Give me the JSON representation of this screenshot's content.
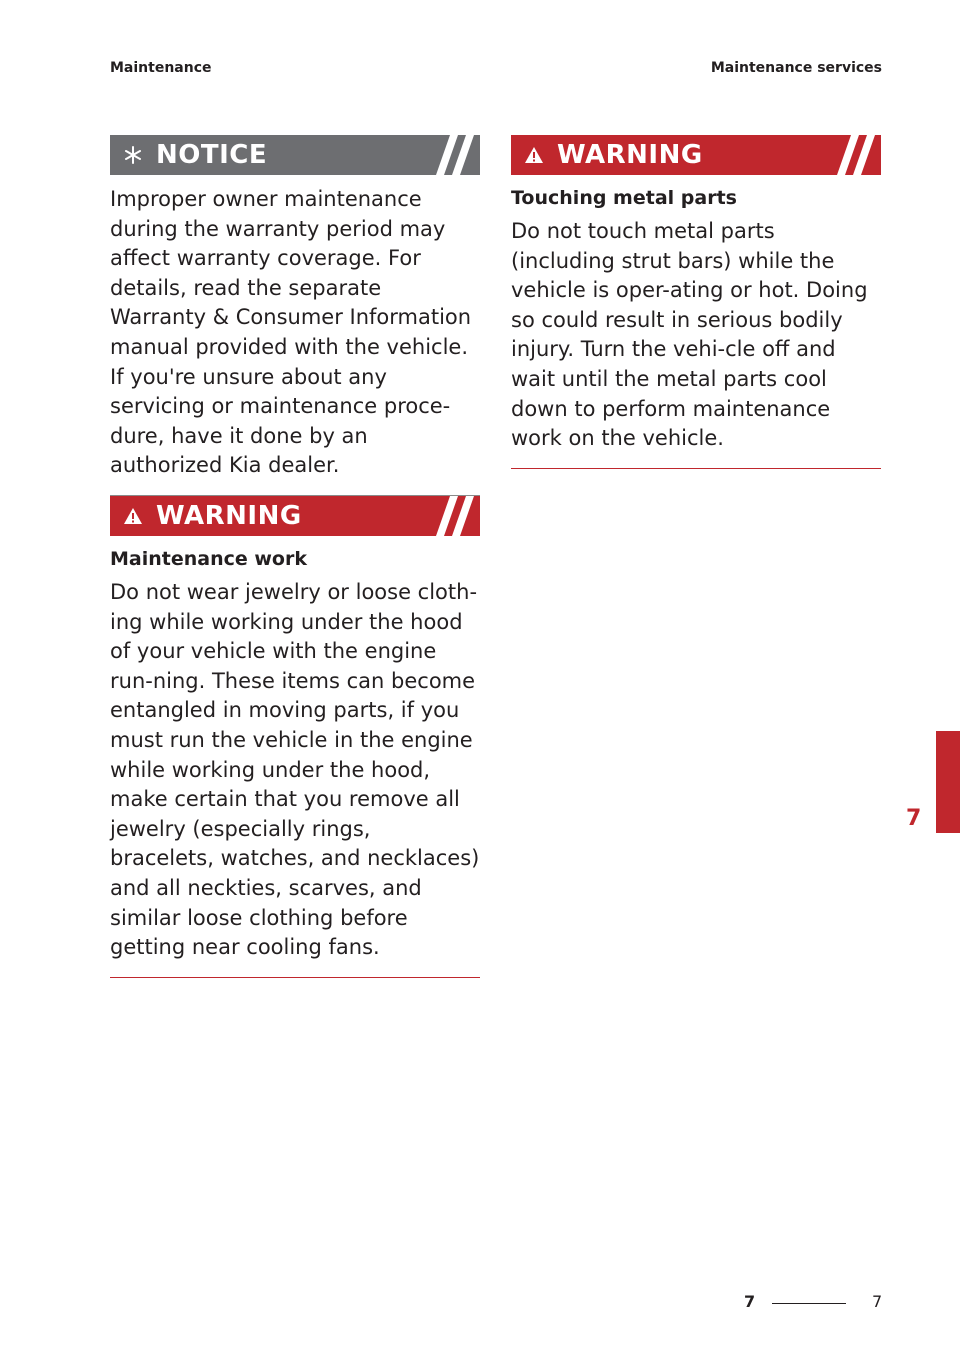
{
  "header": {
    "left": "Maintenance",
    "right": "Maintenance services"
  },
  "notice": {
    "title": "NOTICE",
    "icon": "asterisk-icon",
    "text": "Improper owner maintenance during the warranty period may affect warranty coverage. For details, read the separate Warranty & Consumer Information manual provided with the vehicle. If you're unsure about any servicing or maintenance proce-dure, have it done by an authorized Kia dealer."
  },
  "warning_maintenance": {
    "title": "WARNING",
    "icon": "warning-triangle-icon",
    "subtitle": "Maintenance work",
    "text": "Do not wear jewelry or loose cloth-ing while working under the hood of your vehicle with the engine run-ning. These items can become entangled in moving parts, if you must run the vehicle in the engine while working under the hood, make certain that you remove all jewelry (especially rings, bracelets, watches, and necklaces) and all neckties, scarves, and similar loose clothing before getting near cooling fans."
  },
  "warning_metal": {
    "title": "WARNING",
    "icon": "warning-triangle-icon",
    "subtitle": "Touching metal parts",
    "text": "Do not touch metal parts (including strut bars) while the vehicle is oper-ating or hot. Doing so could result in serious bodily injury. Turn the vehi-cle off and wait until the metal parts cool down to perform maintenance work on the vehicle."
  },
  "side_tab": {
    "chapter": "7"
  },
  "footer": {
    "chapter": "7",
    "page": "7"
  },
  "colors": {
    "notice_banner": "#6d6e71",
    "warning_banner": "#c0272d",
    "text": "#231f20"
  }
}
